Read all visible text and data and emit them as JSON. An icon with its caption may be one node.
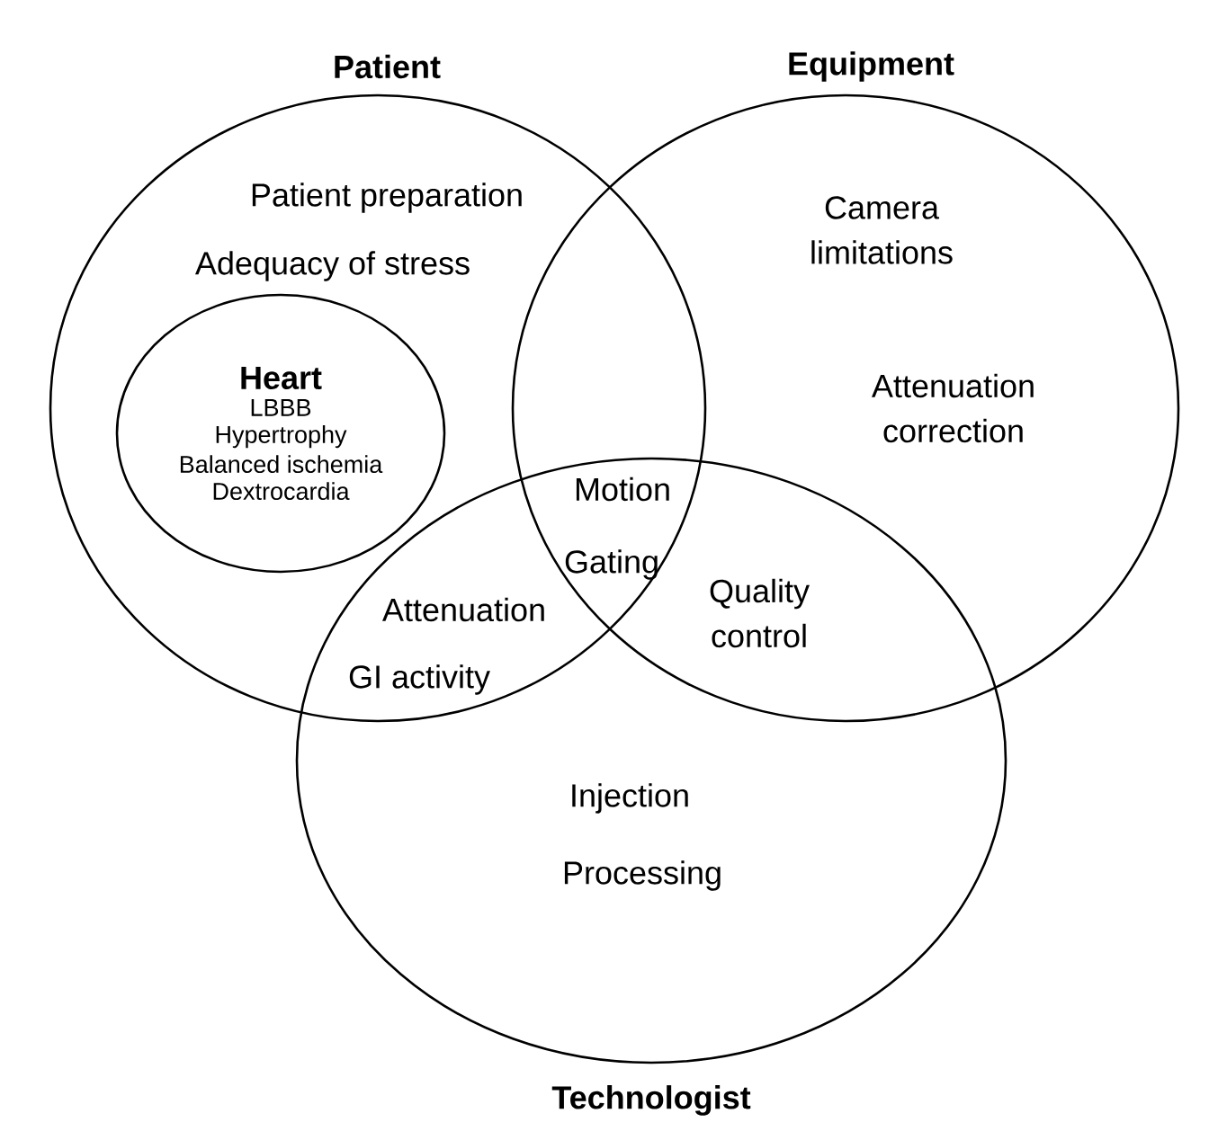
{
  "diagram": {
    "nodes": [
      {
        "text": [
          "Patient"
        ]
      },
      {
        "text": [
          "Equipment"
        ]
      },
      {
        "text": [
          "Technologist"
        ]
      },
      {
        "text": [
          "Heart",
          "LBBB",
          "Hypertrophy",
          "Balanced ischemia",
          "Dextrocardia"
        ],
        "in": 0
      }
    ],
    "edges": [],
    "labels": [
      "Patient preparation",
      "Adequacy of stress",
      "Camera limitations",
      "Attenuation correction",
      "Motion",
      "Gating",
      "Attenuation",
      "Quality control",
      "GI activity",
      "Injection",
      "Processing"
    ]
  }
}
